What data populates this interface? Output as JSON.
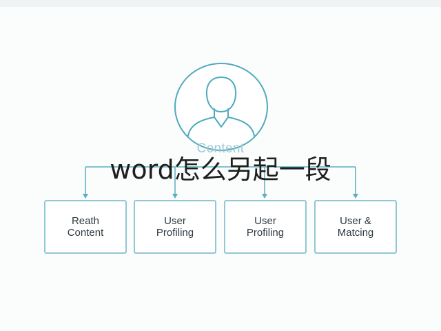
{
  "diagram": {
    "root": {
      "icon": "user-avatar-icon",
      "label": "Content"
    },
    "nodes": [
      {
        "label": "Reath\nContent"
      },
      {
        "label": "User\nProfiling"
      },
      {
        "label": "User\nProfiling"
      },
      {
        "label": "User &\nMatcing"
      }
    ],
    "colors": {
      "line": "#5aaec0",
      "box_border": "#6fb5c6",
      "text": "#2e3a40",
      "root_label": "#9fcbd4"
    }
  },
  "overlay": {
    "title": "word怎么另起一段"
  }
}
